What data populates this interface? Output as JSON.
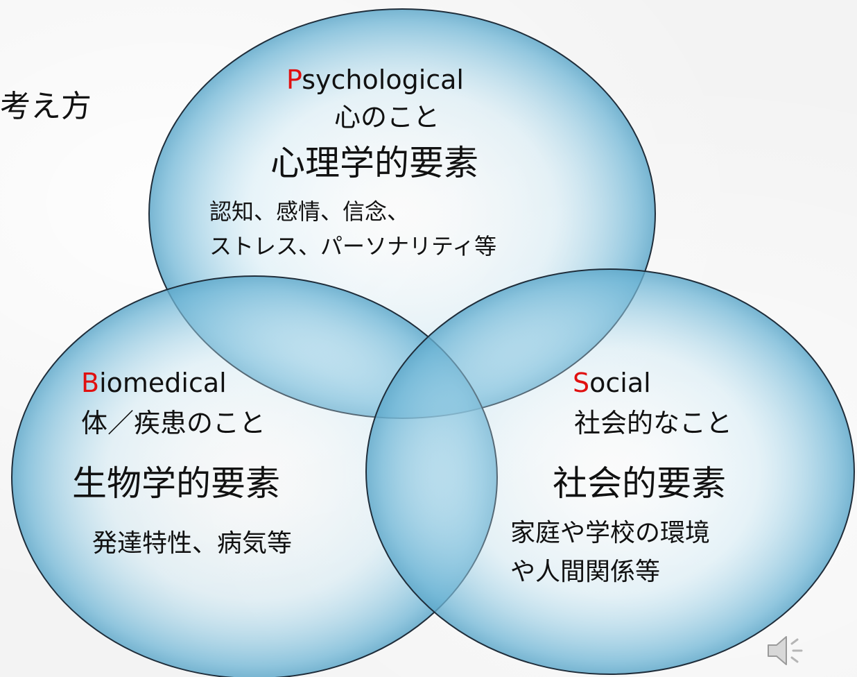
{
  "title_fragment": "考え方",
  "circles": {
    "psychological": {
      "first_letter": "P",
      "rest": "sychological",
      "japanese": "心のこと",
      "heading": "心理学的要素",
      "details": [
        "認知、感情、信念、",
        "ストレス、パーソナリティ等"
      ]
    },
    "biomedical": {
      "first_letter": "B",
      "rest": "iomedical",
      "japanese": "体／疾患のこと",
      "heading": "生物学的要素",
      "details": [
        "発達特性、病気等"
      ]
    },
    "social": {
      "first_letter": "S",
      "rest": "ocial",
      "japanese": "社会的なこと",
      "heading": "社会的要素",
      "details": [
        "家庭や学校の環境",
        "や人間関係等"
      ]
    }
  },
  "colors": {
    "accent_letter": "#e01010",
    "circle_fill": "#6fb6d6",
    "circle_stroke": "#1f2d3a"
  },
  "icons": [
    "speaker-icon"
  ]
}
